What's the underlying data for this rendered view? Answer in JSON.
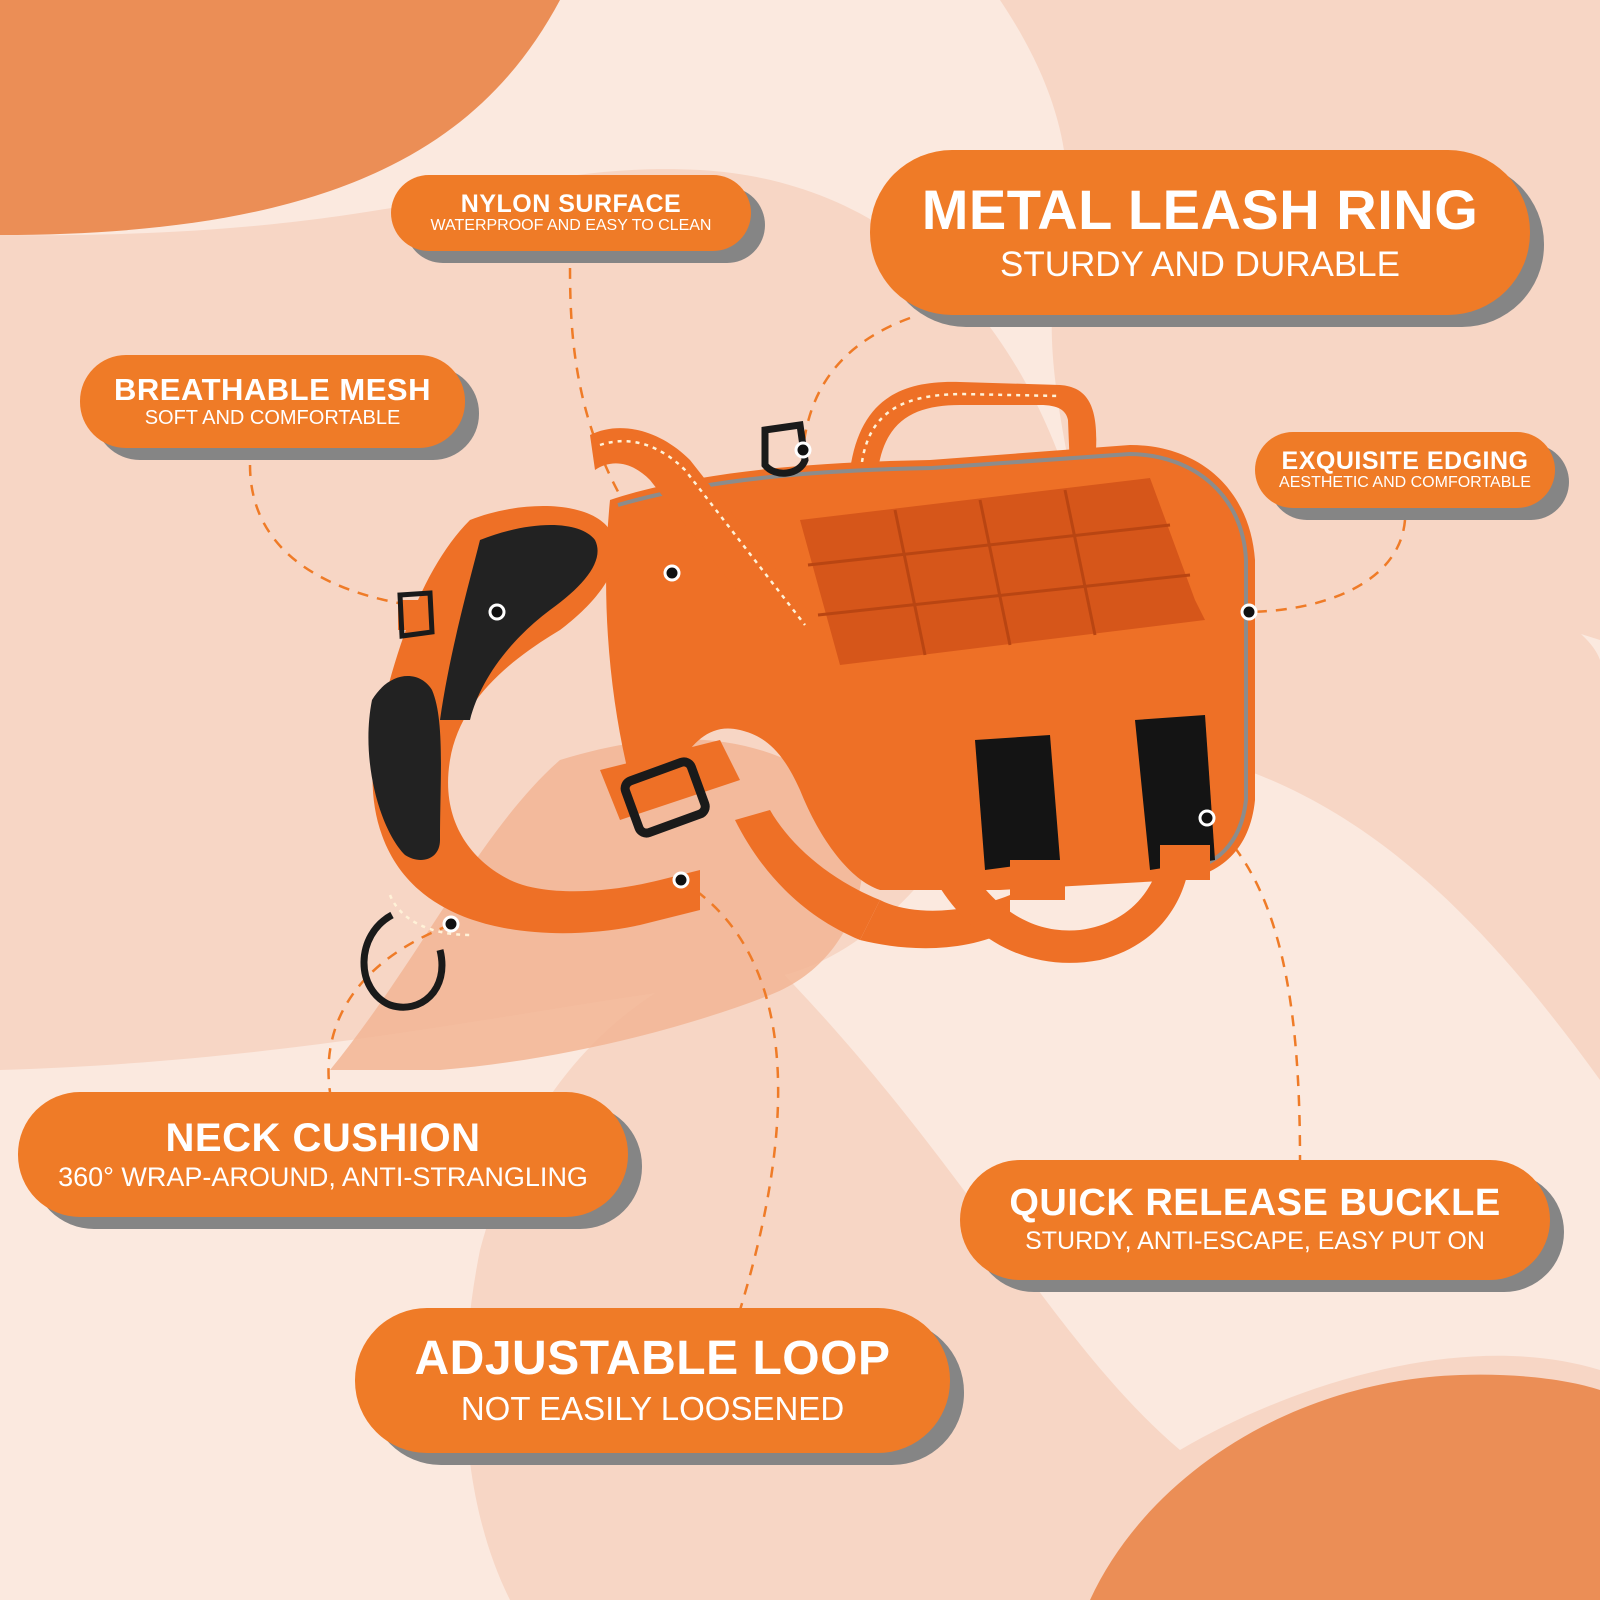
{
  "colors": {
    "accent": "#ef7b27",
    "shadow": "#858585",
    "background_light": "#fbe9df",
    "background_mid": "#f7d6c5",
    "background_dark": "#eb8e56",
    "harness_orange": "#ee7026",
    "harness_dark": "#cd5316"
  },
  "callouts": {
    "nylon_surface": {
      "title": "NYLON SURFACE",
      "subtitle": "WATERPROOF AND EASY TO CLEAN"
    },
    "metal_leash_ring": {
      "title": "METAL LEASH RING",
      "subtitle": "STURDY AND DURABLE"
    },
    "breathable_mesh": {
      "title": "BREATHABLE MESH",
      "subtitle": "SOFT AND COMFORTABLE"
    },
    "exquisite_edging": {
      "title": "EXQUISITE EDGING",
      "subtitle": "AESTHETIC AND COMFORTABLE"
    },
    "neck_cushion": {
      "title": "NECK CUSHION",
      "subtitle": "360° WRAP-AROUND, ANTI-STRANGLING"
    },
    "quick_release_buckle": {
      "title": "QUICK RELEASE BUCKLE",
      "subtitle": "STURDY, ANTI-ESCAPE, EASY PUT ON"
    },
    "adjustable_loop": {
      "title": "ADJUSTABLE LOOP",
      "subtitle": "NOT EASILY LOOSENED"
    }
  }
}
